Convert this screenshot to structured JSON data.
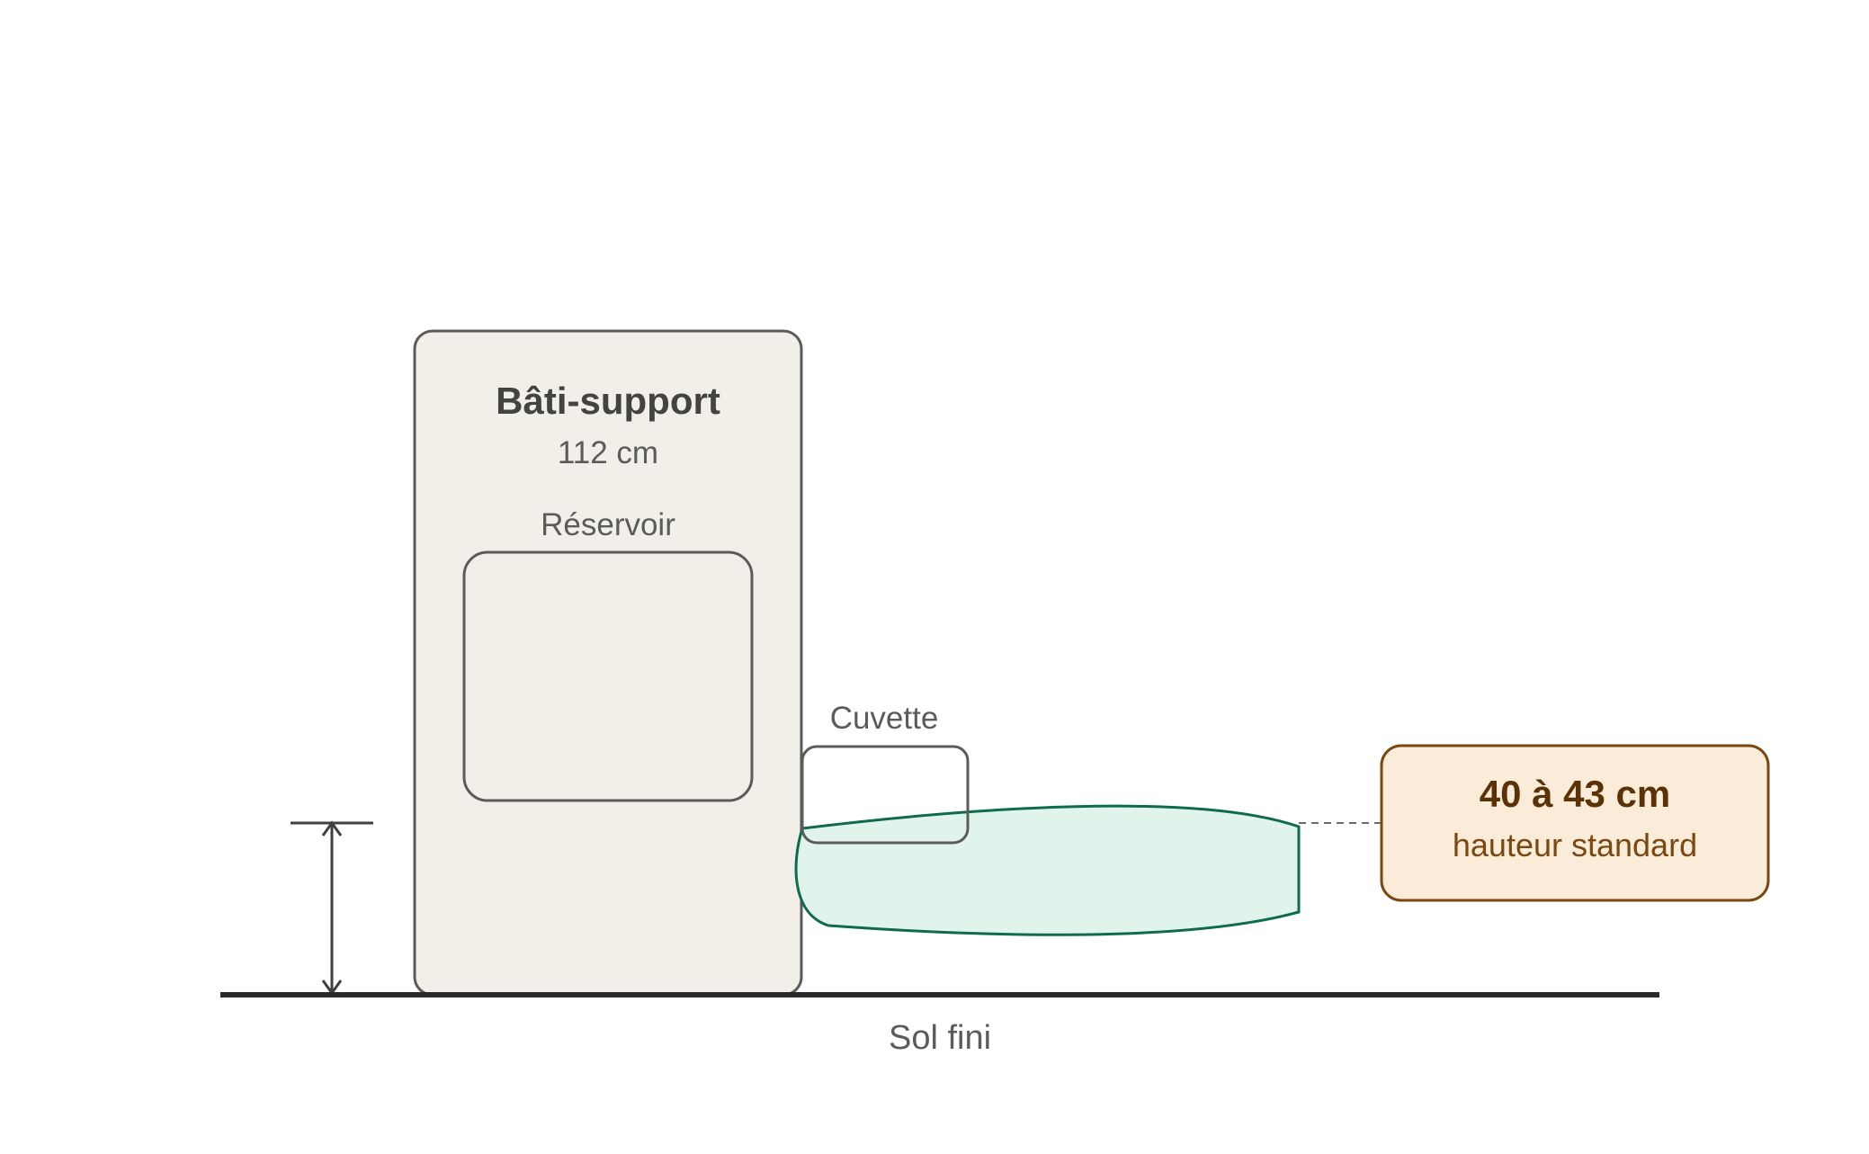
{
  "frame": {
    "title": "Bâti-support",
    "height": "112 cm"
  },
  "reservoir": {
    "label": "Réservoir"
  },
  "bowl": {
    "label": "Cuvette"
  },
  "floor": {
    "label": "Sol fini"
  },
  "callout": {
    "value": "40 à 43 cm",
    "caption": "hauteur standard"
  },
  "colors": {
    "frame_fill": "#f2efe8",
    "frame_stroke": "#5b5b58",
    "bowl_fill": "#e1f4ec",
    "bowl_stroke": "#0f6b4f",
    "callout_fill": "#fbecd9",
    "callout_stroke": "#7a4810",
    "floor": "#2b2b2b"
  }
}
